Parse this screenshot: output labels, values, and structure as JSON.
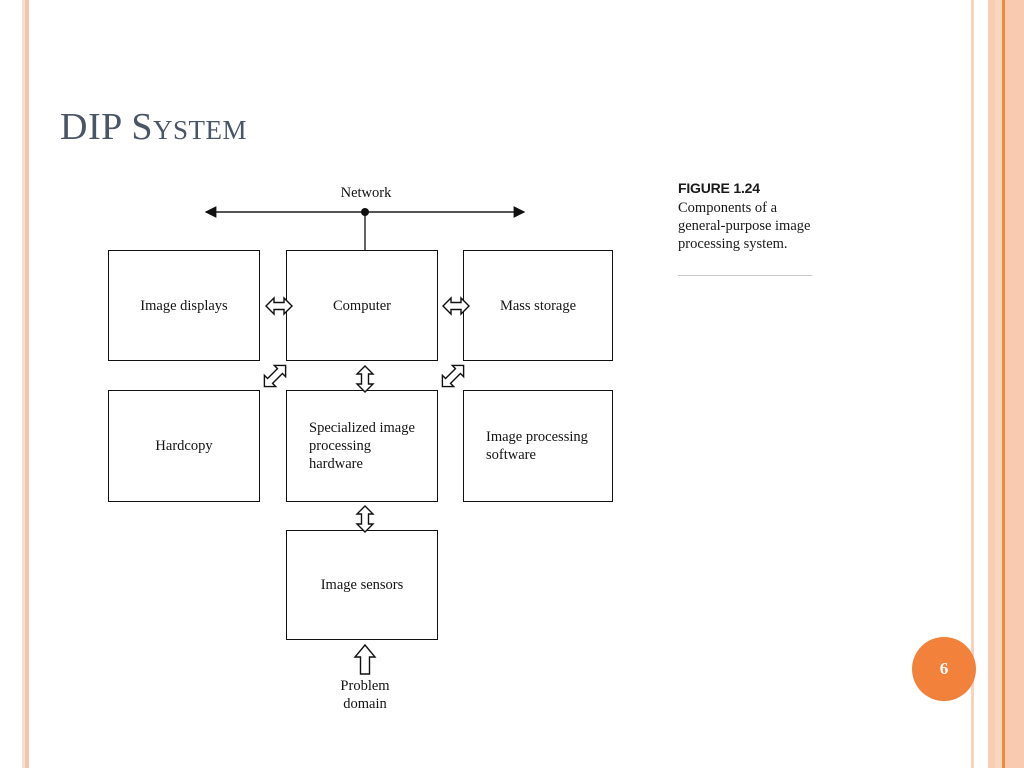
{
  "slide": {
    "title": "DIP System",
    "page_number": "6",
    "accent_color": "#f2813c",
    "title_color": "#4a5566",
    "background": "#ffffff"
  },
  "caption": {
    "figure_label": "FIGURE 1.24",
    "text": "Components of a general-purpose image processing system."
  },
  "diagram": {
    "network_label": "Network",
    "problem_domain_label_line1": "Problem",
    "problem_domain_label_line2": "domain",
    "nodes": [
      {
        "id": "image-displays",
        "label": "Image displays",
        "align": "center"
      },
      {
        "id": "computer",
        "label": "Computer",
        "align": "center"
      },
      {
        "id": "mass-storage",
        "label": "Mass storage",
        "align": "center"
      },
      {
        "id": "hardcopy",
        "label": "Hardcopy",
        "align": "center"
      },
      {
        "id": "specialized-hardware",
        "label": "Specialized image processing hardware",
        "align": "left"
      },
      {
        "id": "image-processing-software",
        "label": "Image processing software",
        "align": "left"
      },
      {
        "id": "image-sensors",
        "label": "Image sensors",
        "align": "center"
      }
    ],
    "connectors": [
      {
        "id": "network-bus",
        "kind": "double-headed-line",
        "orientation": "horizontal"
      },
      {
        "id": "computer-to-network",
        "kind": "line",
        "orientation": "vertical"
      },
      {
        "id": "displays-computer",
        "kind": "block-arrow",
        "orientation": "horizontal-double"
      },
      {
        "id": "computer-storage",
        "kind": "block-arrow",
        "orientation": "horizontal-double"
      },
      {
        "id": "displays-hardcopy",
        "kind": "block-arrow",
        "orientation": "diagonal-double"
      },
      {
        "id": "computer-hardware",
        "kind": "block-arrow",
        "orientation": "vertical-double"
      },
      {
        "id": "storage-software",
        "kind": "block-arrow",
        "orientation": "diagonal-double"
      },
      {
        "id": "hardware-sensors",
        "kind": "block-arrow",
        "orientation": "vertical-double"
      },
      {
        "id": "problem-to-sensors",
        "kind": "block-arrow",
        "orientation": "vertical-single-up"
      }
    ]
  }
}
